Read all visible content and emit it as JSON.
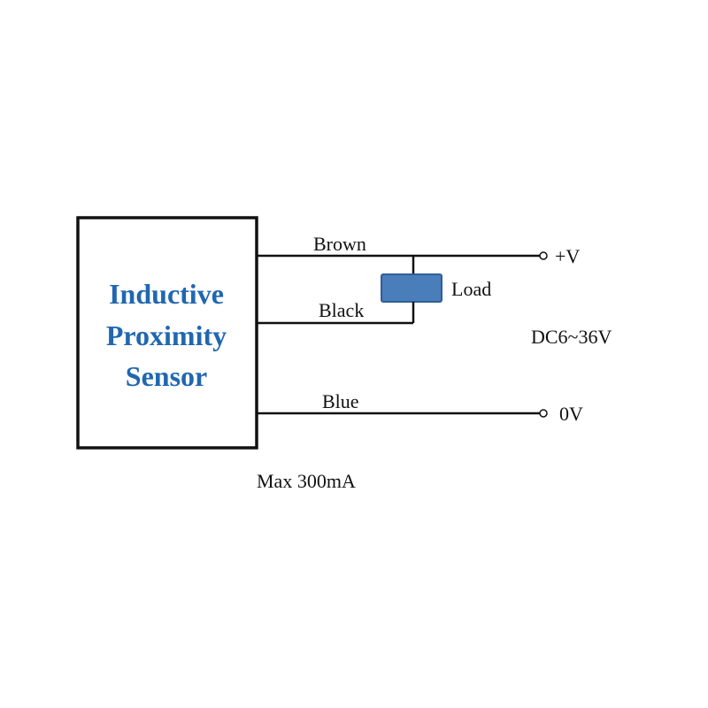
{
  "sensor": {
    "lines": [
      "Inductive",
      "Proximity",
      "Sensor"
    ]
  },
  "wires": {
    "brown": "Brown",
    "black": "Black",
    "blue": "Blue"
  },
  "load": {
    "label": "Load",
    "color": "#4a7ebb"
  },
  "terminals": {
    "positive": "+V",
    "ground": "0V"
  },
  "supply": "DC6~36V",
  "max_current": "Max 300mA",
  "colors": {
    "title": "#2067b0"
  }
}
